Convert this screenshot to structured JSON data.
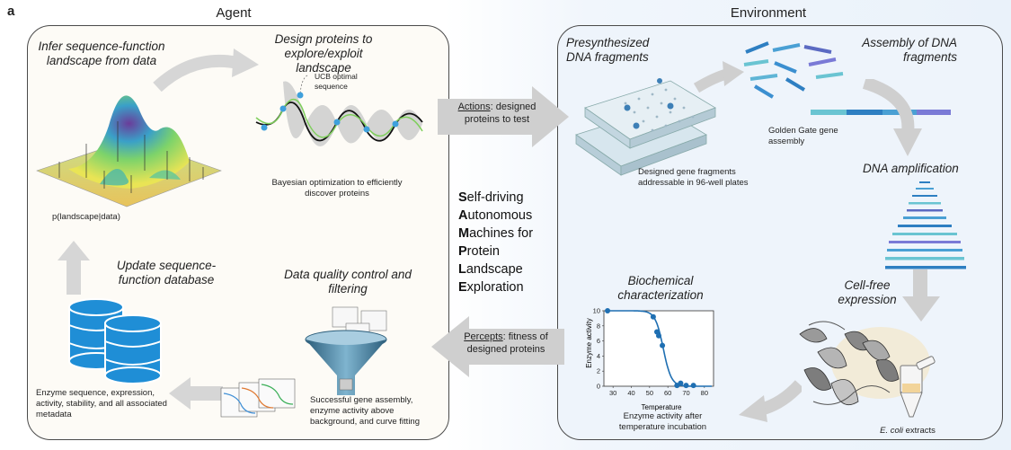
{
  "panel_label": "a",
  "agent": {
    "header": "Agent",
    "infer_title": "Infer sequence-function landscape from data",
    "posterior_label": "p(landscape|data)",
    "design_title": "Design proteins to explore/exploit landscape",
    "ucb_label": "UCB optimal sequence",
    "bayes_caption": "Bayesian optimization to efficiently discover proteins",
    "update_title": "Update sequence-function database",
    "db_caption": "Enzyme sequence, expression, activity, stability, and all associated metadata",
    "qc_title": "Data quality control and filtering",
    "qc_caption": "Successful gene assembly, enzyme activity above background, and curve fitting"
  },
  "center": {
    "actions_underlined": "Actions",
    "actions_rest": ": designed proteins to test",
    "percepts_underlined": "Percepts",
    "percepts_rest": ": fitness of designed proteins",
    "samples_lines": [
      {
        "initial": "S",
        "rest": "elf-driving"
      },
      {
        "initial": "A",
        "rest": "utonomous"
      },
      {
        "initial": "M",
        "rest": "achines for"
      },
      {
        "initial": "P",
        "rest": "rotein"
      },
      {
        "initial": "L",
        "rest": "andscape"
      },
      {
        "initial": "E",
        "rest": "xploration"
      }
    ]
  },
  "environment": {
    "header": "Environment",
    "presynth_title": "Presynthesized DNA fragments",
    "plates_caption": "Designed gene fragments addressable in 96-well plates",
    "assembly_title": "Assembly of DNA fragments",
    "golden_gate_caption": "Golden Gate gene assembly",
    "amplification_title": "DNA amplification",
    "cellfree_title": "Cell-free expression",
    "ecoli_italic": "E. coli",
    "ecoli_rest": " extracts",
    "biochem_title": "Biochemical characterization",
    "biochem_caption": "Enzyme activity after temperature incubation"
  },
  "colors": {
    "agent_bg": "#fdfbf6",
    "env_bg": "#eef4fb",
    "arrow_gray": "#cfcfcf",
    "db_blue": "#1f8ed6",
    "curve_blue": "#1f6fb2"
  },
  "chart_data": {
    "type": "scatter",
    "xlabel": "Temperature",
    "ylabel": "Enzyme activity",
    "xticks": [
      30,
      40,
      50,
      60,
      70,
      80
    ],
    "yticks": [
      0,
      2,
      4,
      6,
      8,
      10
    ],
    "xlim": [
      25,
      85
    ],
    "ylim": [
      0,
      10
    ],
    "points": [
      {
        "x": 27,
        "y": 10
      },
      {
        "x": 52,
        "y": 9.2
      },
      {
        "x": 54,
        "y": 7.2
      },
      {
        "x": 55,
        "y": 6.7
      },
      {
        "x": 57,
        "y": 5.4
      },
      {
        "x": 65,
        "y": 0.1
      },
      {
        "x": 67,
        "y": 0.4
      },
      {
        "x": 70,
        "y": 0.1
      },
      {
        "x": 74,
        "y": 0.1
      }
    ],
    "fit_curve": true
  }
}
